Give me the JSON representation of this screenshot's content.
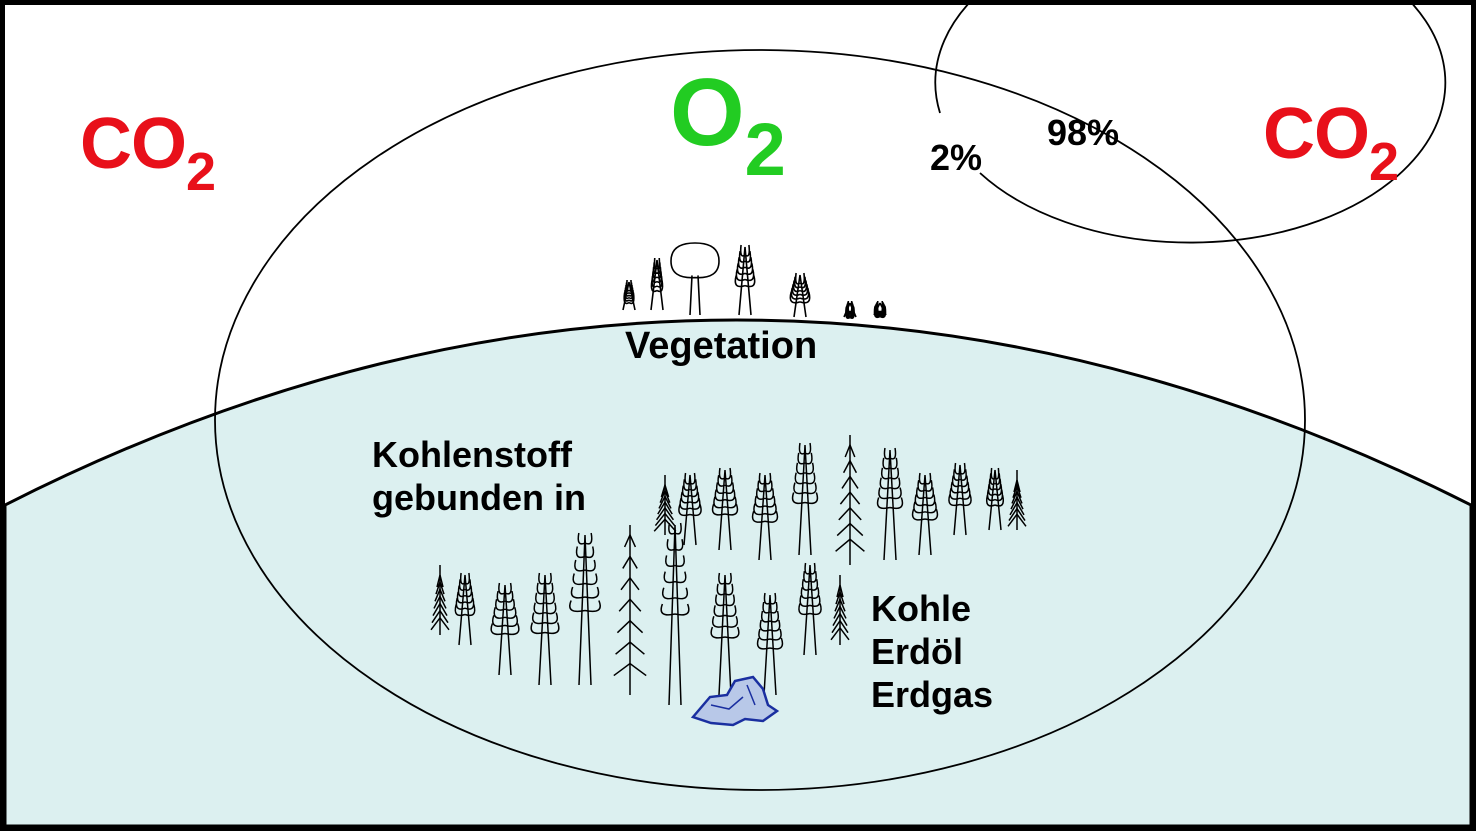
{
  "gases": {
    "co2_left": {
      "main": "CO",
      "sub": "2"
    },
    "co2_right": {
      "main": "CO",
      "sub": "2"
    },
    "o2": {
      "main": "O",
      "sub": "2"
    }
  },
  "percentages": {
    "small": "2%",
    "large": "98%"
  },
  "labels": {
    "vegetation": "Vegetation",
    "carbon_line1": "Kohlenstoff",
    "carbon_line2": "gebunden in",
    "fuels": [
      "Kohle",
      "Erdöl",
      "Erdgas"
    ]
  },
  "colors": {
    "co2": "#e8101a",
    "o2": "#22cc22",
    "earth": "#dcf0f0",
    "outline": "#000000",
    "rock": "#1a2fa0"
  }
}
